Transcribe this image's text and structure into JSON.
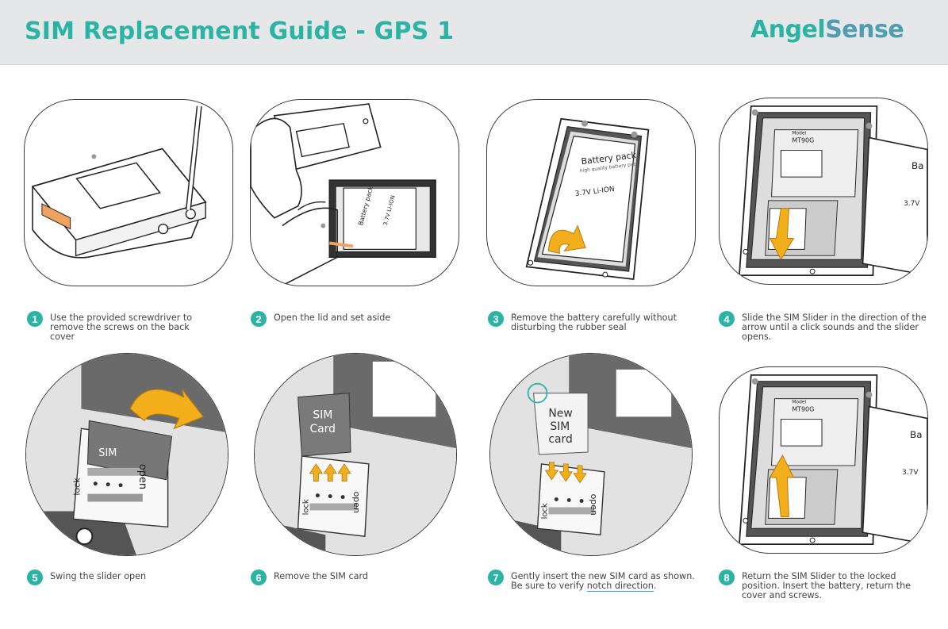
{
  "header": {
    "title": "SIM Replacement Guide - GPS 1",
    "brand_part1": "Angel",
    "brand_part2": "Sense"
  },
  "colors": {
    "accent": "#2bb3a3",
    "arrow": "#f3ae1c",
    "header_bg": "#e6e7e8",
    "body_text": "#444444"
  },
  "labels": {
    "battery_pack": "Battery pack",
    "battery_sub": "high quality battery pack",
    "battery_volt": "3.7V Li-ION",
    "battery_cut": "Ba",
    "battery_cut_volt": "3.7V",
    "model_label": "Model",
    "model_name": "MT90G",
    "sim_card": "SIM Card",
    "sim_word": "SIM",
    "card_word": "Card",
    "new_word": "New",
    "new_sim_word": "SIM",
    "new_card_word": "card",
    "lock": "lock",
    "open": "open"
  },
  "steps": [
    {
      "number": "1",
      "text": "Use the provided screwdriver to remove the screws on the back cover"
    },
    {
      "number": "2",
      "text": "Open the lid and set aside"
    },
    {
      "number": "3",
      "text": "Remove the battery carefully without disturbing the rubber seal"
    },
    {
      "number": "4",
      "text": "Slide the SIM Slider in the direction of the arrow until a click sounds and the slider opens."
    },
    {
      "number": "5",
      "text": "Swing the slider open"
    },
    {
      "number": "6",
      "text": "Remove the SIM card"
    },
    {
      "number": "7",
      "text": "Gently insert the new SIM card as shown. Be sure to verify",
      "note": "notch direction",
      "tail": "."
    },
    {
      "number": "8",
      "text": "Return the SIM Slider to the locked position. Insert the battery, return the cover and screws."
    }
  ]
}
